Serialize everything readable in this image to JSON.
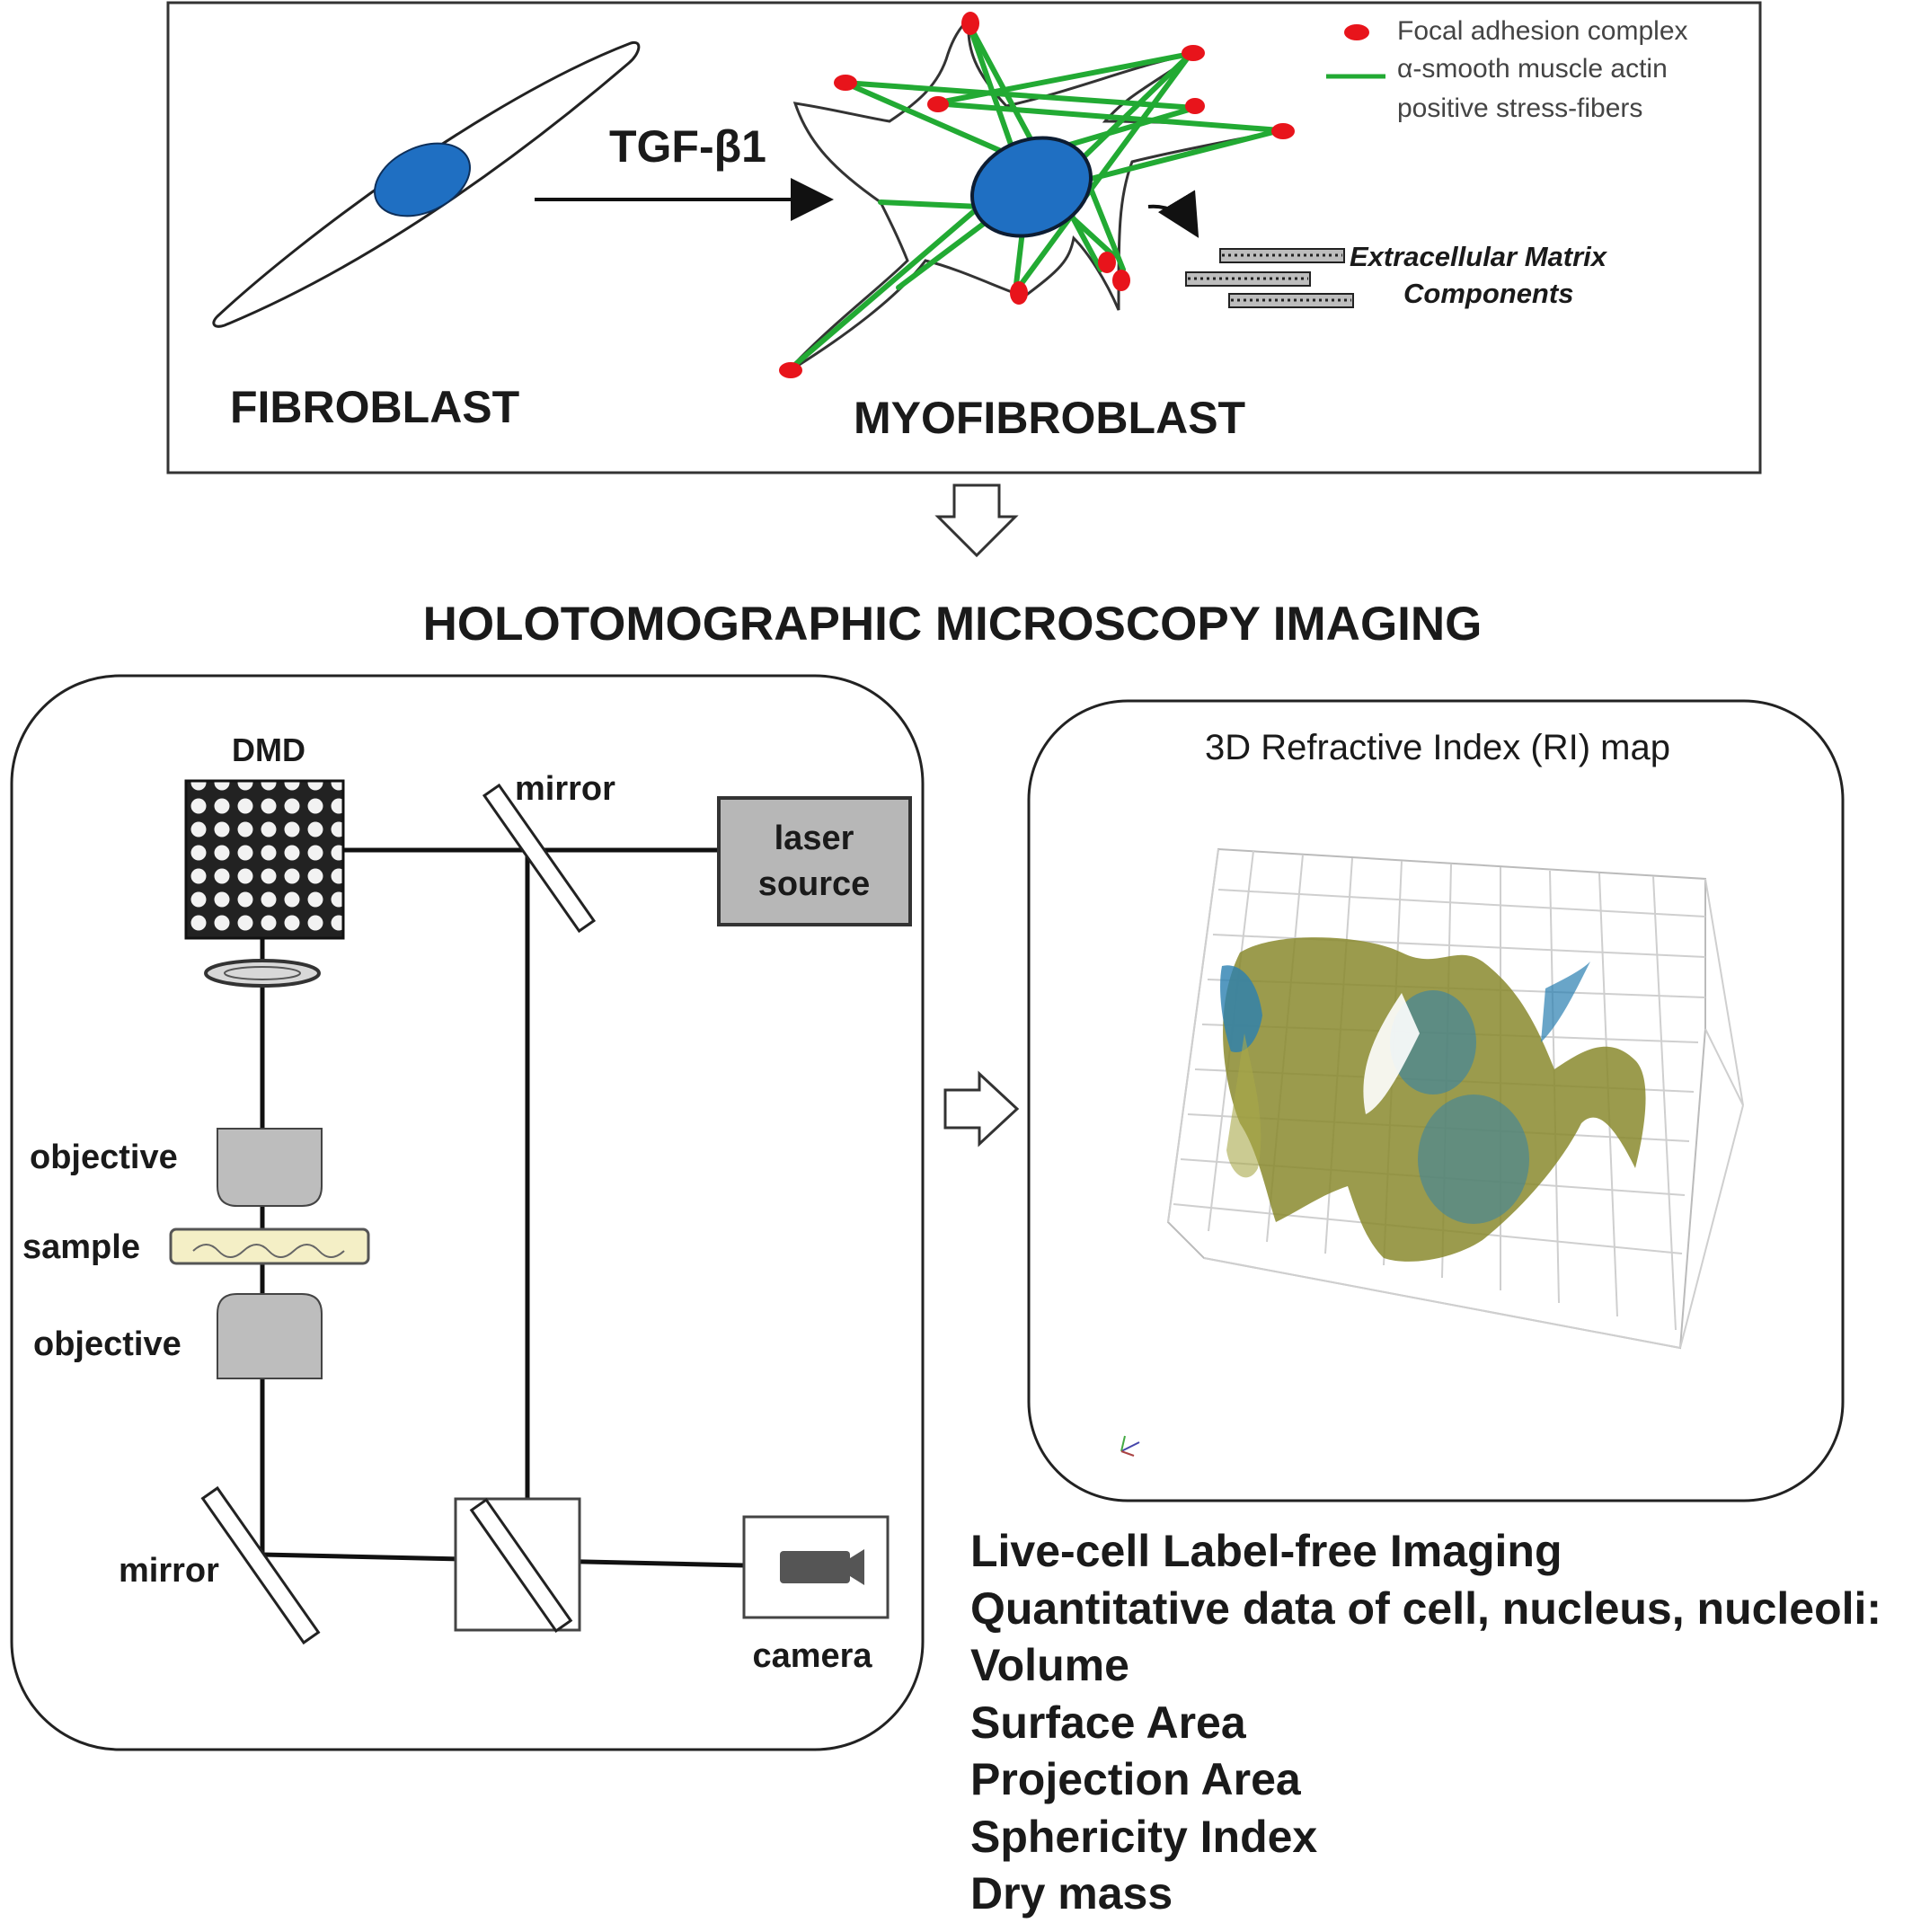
{
  "top_panel": {
    "fibroblast_label": "FIBROBLAST",
    "myofibroblast_label": "MYOFIBROBLAST",
    "treatment_label": "TGF-β1",
    "legend": {
      "focal_adhesion": "Focal adhesion complex",
      "stress_fibers_line1": "α-smooth muscle actin",
      "stress_fibers_line2": "positive stress-fibers"
    },
    "ecm_line1": "Extracellular Matrix",
    "ecm_line2": "Components"
  },
  "section_title": "HOLOTOMOGRAPHIC MICROSCOPY IMAGING",
  "setup_panel": {
    "dmd_label": "DMD",
    "mirror_top_label": "mirror",
    "laser_line1": "laser",
    "laser_line2": "source",
    "objective_top_label": "objective",
    "sample_label": "sample",
    "objective_bottom_label": "objective",
    "mirror_bottom_label": "mirror",
    "camera_label": "camera"
  },
  "ri_panel": {
    "title": "3D Refractive Index (RI) map"
  },
  "capabilities": [
    "Live-cell Label-free Imaging",
    "Quantitative  data of cell, nucleus, nucleoli:",
    "Volume",
    "Surface Area",
    "Projection Area",
    "Sphericity Index",
    "Dry mass"
  ],
  "colors": {
    "nucleus": "#1f6fc2",
    "focal_adhesion": "#e8141b",
    "stress_fiber": "#22aa33",
    "cell_fill": "#8a8a2e",
    "cell_blue": "#2a7fb0",
    "component_gray": "#bdbdbd"
  }
}
